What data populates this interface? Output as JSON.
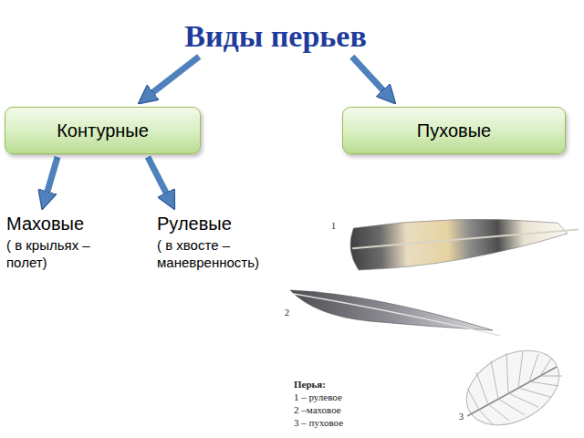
{
  "diagram": {
    "nodes": [
      {
        "text": [
          "Виды перьев"
        ]
      },
      {
        "text": [
          "Контурные"
        ]
      },
      {
        "text": [
          "Пуховые"
        ]
      },
      {
        "text": [
          "Маховые",
          "( в крыльях – полет)"
        ]
      },
      {
        "text": [
          "Рулевые",
          "( в хвосте – маневренность)"
        ]
      }
    ],
    "edges": [
      {
        "from": 0,
        "to": 1,
        "arrow": "to"
      },
      {
        "from": 0,
        "to": 2,
        "arrow": "to"
      },
      {
        "from": 1,
        "to": 3,
        "arrow": "to"
      },
      {
        "from": 1,
        "to": 4,
        "arrow": "to"
      }
    ],
    "labels": [
      "1",
      "2",
      "3",
      "Перья:",
      "1 – рулевое",
      "2 –маховое",
      "3 – пуховое"
    ]
  }
}
